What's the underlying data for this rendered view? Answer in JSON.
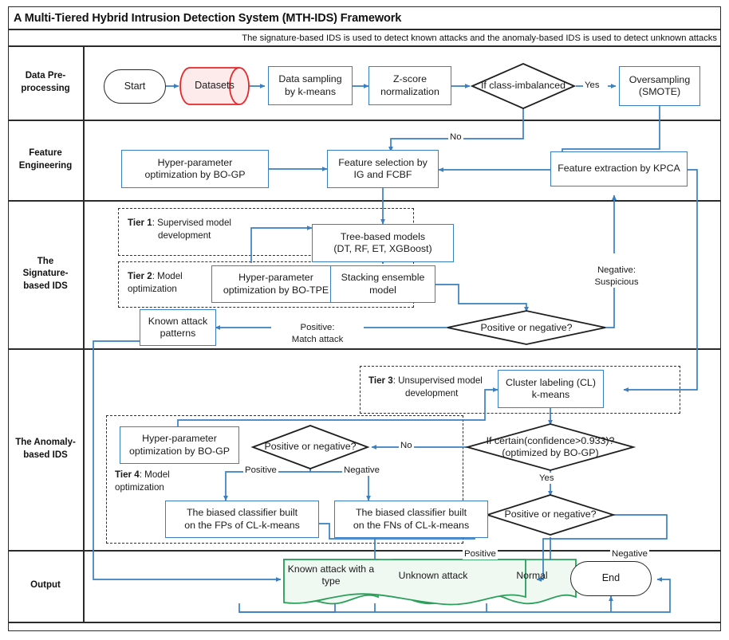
{
  "header": {
    "title": "A Multi-Tiered Hybrid Intrusion Detection System (MTH-IDS) Framework",
    "subtitle": "The signature-based IDS is used to detect known attacks and the anomaly-based IDS is used to detect unknown attacks"
  },
  "colors": {
    "process_border": "#3a7fc1",
    "arrow": "#3a7fc1",
    "dataset_border": "#e8262a",
    "dataset_fill": "#fdeaea",
    "output_border": "#29a05a",
    "output_fill": "#f0f8f2",
    "terminator_border": "#262626",
    "decision_border": "#1f1f1f",
    "grid": "#2b2b2b"
  },
  "rows": [
    {
      "id": "data-pre-processing",
      "label": "Data Pre-\nprocessing"
    },
    {
      "id": "feature-engineering",
      "label": "Feature\nEngineering"
    },
    {
      "id": "signature-based-ids",
      "label": "The\nSignature-\nbased IDS"
    },
    {
      "id": "anomaly-based-ids",
      "label": "The Anomaly-\nbased IDS"
    },
    {
      "id": "output",
      "label": "Output"
    }
  ],
  "nodes": {
    "start": "Start",
    "datasets": "Datasets",
    "data_sampling": "Data sampling\nby k-means",
    "z_score": "Z-score\nnormalization",
    "if_class_imbalanced": "If class-imbalanced",
    "oversampling": "Oversampling\n(SMOTE)",
    "hpo_bogp_fe": "Hyper-parameter\noptimization by BO-GP",
    "feature_selection": "Feature selection by\nIG and FCBF",
    "feature_extraction": "Feature extraction by KPCA",
    "tree_based_models": "Tree-based models\n(DT, RF, ET, XGBoost)",
    "hpo_botpe": "Hyper-parameter\noptimization by BO-TPE",
    "stacking_ensemble": "Stacking ensemble\nmodel",
    "pos_or_neg_sig": "Positive or negative?",
    "known_attack_patterns": "Known attack\npatterns",
    "cluster_labeling": "Cluster labeling (CL)\nk-means",
    "hpo_bogp_tier4": "Hyper-parameter\noptimization by BO-GP",
    "pos_or_neg_tier4": "Positive or negative?",
    "if_certain": "If certain(confidence>0.933)?\n(optimized by BO-GP)",
    "pos_or_neg_final": "Positive or negative?",
    "biased_fp": "The biased classifier built\non the FPs of CL-k-means",
    "biased_fn": "The biased classifier built\non the FNs of CL-k-means",
    "known_attack_with_type": "Known attack with  a type",
    "unknown_attack": "Unknown attack",
    "normal": "Normal",
    "end": "End"
  },
  "tiers": [
    {
      "id": "tier-1",
      "bold": "Tier 1",
      "rest": ": Supervised model",
      "line2": "development"
    },
    {
      "id": "tier-2",
      "bold": "Tier 2",
      "rest": ": Model",
      "line2": "optimization"
    },
    {
      "id": "tier-3",
      "bold": "Tier 3",
      "rest": ": Unsupervised model",
      "line2": "development"
    },
    {
      "id": "tier-4",
      "bold": "Tier 4",
      "rest": ": Model",
      "line2": "optimization"
    }
  ],
  "edge_labels": {
    "yes_imbalanced": "Yes",
    "no_imbalanced": "No",
    "negative_suspicious": "Negative:\nSuspicious",
    "positive_match": "Positive:\nMatch attack",
    "no_certain": "No",
    "yes_certain": "Yes",
    "positive_tier4": "Positive",
    "negative_tier4": "Negative",
    "positive_final": "Positive",
    "negative_final": "Negative"
  }
}
